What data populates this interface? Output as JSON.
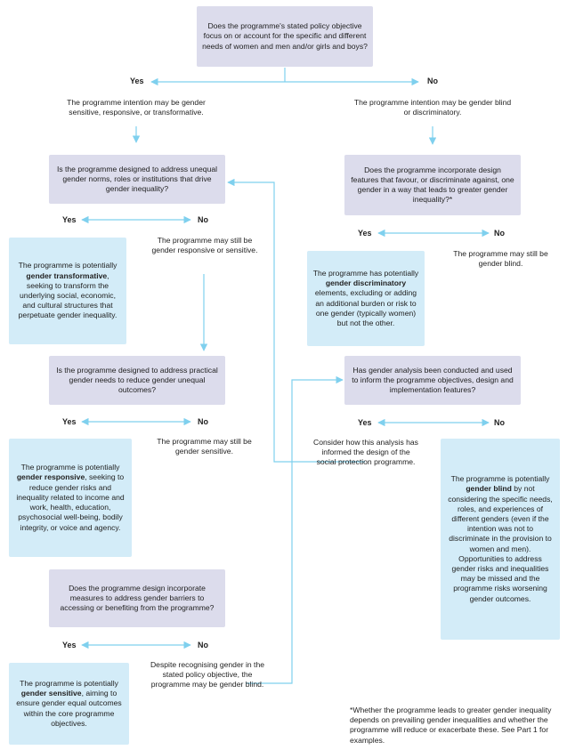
{
  "nodes": {
    "root_question": "Does the programme's stated policy objective focus on or account for the specific and different needs of women and men and/or girls and boys?",
    "yes_intention": "The programme intention may be gender sensitive, responsive, or transformative.",
    "no_intention": "The programme intention may be gender blind or discriminatory.",
    "q_transformative": "Is the programme designed to address unequal gender norms, roles or institutions that drive gender inequality?",
    "out_transformative": {
      "pre": "The programme is potentially ",
      "strong": "gender transformative",
      "post": ", seeking to transform the underlying social, economic, and cultural structures that perpetuate gender inequality."
    },
    "no_transformative": "The programme may still be gender responsive or sensitive.",
    "q_responsive": "Is the programme designed to address practical gender needs to reduce gender unequal outcomes?",
    "out_responsive": {
      "pre": "The programme is potentially ",
      "strong": "gender responsive",
      "post": ", seeking to reduce gender risks and inequality related to income and work, health, education, psychosocial well-being, bodily integrity, or voice and agency."
    },
    "no_responsive": "The programme may still be gender sensitive.",
    "q_sensitive": "Does the programme design incorporate measures to address gender barriers to accessing or benefiting from the programme?",
    "out_sensitive": {
      "pre": "The programme is potentially ",
      "strong": "gender sensitive",
      "post": ", aiming to ensure gender equal outcomes within the core programme objectives."
    },
    "no_sensitive": "Despite recognising gender in the stated policy objective, the programme may be gender blind.",
    "q_discriminate": "Does the programme incorporate design features that favour, or discriminate against, one gender in a way that leads to greater gender inequality?*",
    "out_discriminatory": {
      "pre": "The programme has potentially ",
      "strong": "gender discriminatory",
      "post": " elements, excluding or adding an additional burden or risk to one gender (typically women) but not the other."
    },
    "no_discriminate": "The programme may still be gender blind.",
    "q_analysis": "Has gender analysis been conducted and used to inform the programme objectives, design and implementation features?",
    "yes_analysis": "Consider how this analysis has informed the design of the social protection programme.",
    "out_blind": {
      "pre": "The programme is potentially ",
      "strong": "gender blind",
      "post": " by not considering the specific needs, roles, and experiences of different genders (even if the intention was not to discriminate in the provision to women and men). Opportunities to address gender risks and inequalities may be missed and the programme risks worsening gender outcomes."
    }
  },
  "labels": {
    "yes": "Yes",
    "no": "No"
  },
  "footnote": "*Whether the programme leads to greater gender inequality depends on prevailing gender inequalities and whether the programme will reduce or exacerbate these. See Part 1 for examples.",
  "colors": {
    "arrow": "#7fd0ee",
    "question_fill": "#dcdcec",
    "outcome_fill": "#d3ecf8"
  }
}
